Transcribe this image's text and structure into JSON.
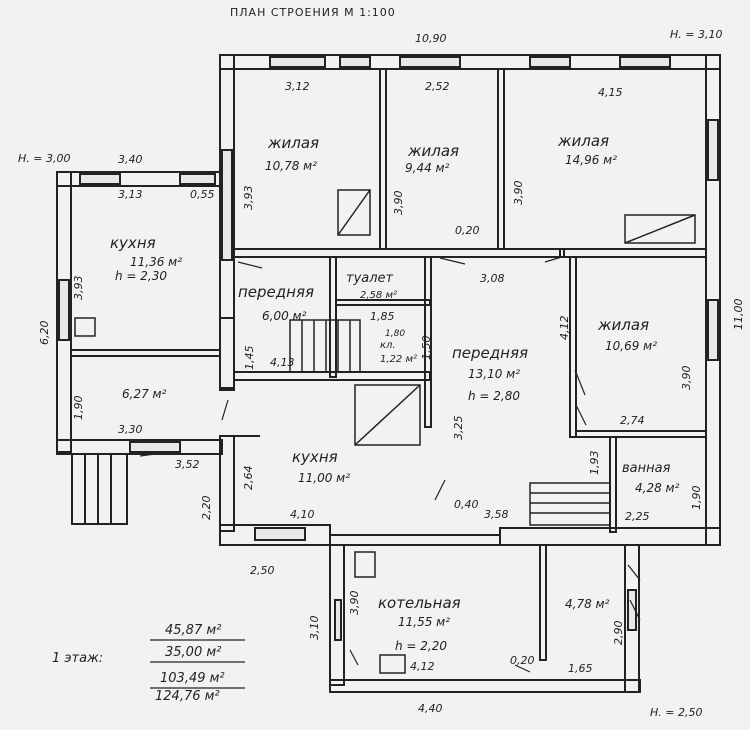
{
  "title": "ПЛАН СТРОЕНИЯ М 1:100",
  "heights": {
    "top_right": "Н. = 3,10",
    "top_left": "Н. = 3,00",
    "bottom_right": "Н. = 2,50"
  },
  "rooms": [
    {
      "id": "zhilaya1",
      "name": "жилая",
      "area": "10,78 м²"
    },
    {
      "id": "zhilaya2",
      "name": "жилая",
      "area": "9,44 м²"
    },
    {
      "id": "zhilaya3",
      "name": "жилая",
      "area": "14,96 м²"
    },
    {
      "id": "kuhnya1",
      "name": "кухня",
      "area": "11,36 м²",
      "height": "h = 2,30"
    },
    {
      "id": "perednyaya1",
      "name": "передняя",
      "area": "6,00 м²"
    },
    {
      "id": "tualet",
      "name": "туалет",
      "area": "2,58 м²"
    },
    {
      "id": "zhilaya4",
      "name": "жилая",
      "area": "10,69 м²"
    },
    {
      "id": "perednyaya2",
      "name": "передняя",
      "area": "13,10 м²",
      "height": "h = 2,80"
    },
    {
      "id": "room_627",
      "name": "",
      "area": "6,27 м²"
    },
    {
      "id": "kuhnya2",
      "name": "кухня",
      "area": "11,00 м²"
    },
    {
      "id": "vannaya",
      "name": "ванная",
      "area": "4,28 м²"
    },
    {
      "id": "kotelnaya",
      "name": "котельная",
      "area": "11,55 м²",
      "height": "h = 2,20"
    },
    {
      "id": "room_478",
      "name": "",
      "area": "4,78 м²"
    },
    {
      "id": "pantry",
      "name": "кл.",
      "area": "1,22 м²"
    }
  ],
  "dimensions": {
    "d1090": "10,90",
    "d312": "3,12",
    "d252": "2,52",
    "d415": "4,15",
    "d340": "3,40",
    "d313": "3,13",
    "d055": "0,55",
    "d393a": "3,93",
    "d393b": "3,93",
    "d390a": "3,90",
    "d390b": "3,90",
    "d390c": "3,90",
    "d020a": "0,20",
    "d308": "3,08",
    "d620": "6,20",
    "d145": "1,45",
    "d185": "1,85",
    "d150": "1,50",
    "d413": "4,13",
    "d180": "1,80",
    "d330": "3,30",
    "d352": "3,52",
    "d325": "3,25",
    "d274": "2,74",
    "d1100": "11,00",
    "d412": "4,12",
    "d190": "1,90",
    "d193": "1,93",
    "d225": "2,25",
    "d220": "2,20",
    "d264": "2,64",
    "d410": "4,10",
    "d040": "0,40",
    "d358": "3,58",
    "d250a": "2,50",
    "d310": "3,10",
    "d390d": "3,90",
    "d412b": "4,12",
    "d020b": "0,20",
    "d165": "1,65",
    "d290": "2,90",
    "d440": "4,40"
  },
  "legend": {
    "label": "1 этаж:",
    "line1": "45,87 м²",
    "line2": "35,00 м²",
    "line3": "103,49 м²",
    "line4": "124,76 м²"
  }
}
